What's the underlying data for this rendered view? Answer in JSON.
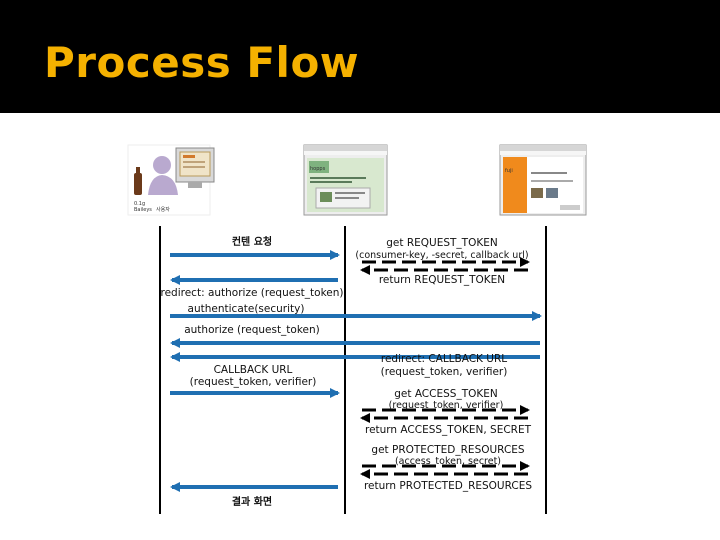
{
  "slide": {
    "title": "Process Flow"
  },
  "actors": {
    "user_caption_1": "",
    "user_caption_2": ""
  },
  "app_shots": {
    "consumer_logo": "hopps",
    "provider_logo": "fuji"
  },
  "messages": {
    "m1": "컨텐 요청",
    "m2a": "get REQUEST_TOKEN",
    "m2b": "(consumer-key, -secret, callback url)",
    "m3": "return REQUEST_TOKEN",
    "m4": "redirect: authorize (request_token)",
    "m5": "authenticate(security)",
    "m6": "authorize (request_token)",
    "m7a": "redirect: CALLBACK URL",
    "m7b": "(request_token, verifier)",
    "m8a": "CALLBACK URL",
    "m8b": "(request_token, verifier)",
    "m9a": "get ACCESS_TOKEN",
    "m9b": "(request_token, verifier)",
    "m10": "return ACCESS_TOKEN, SECRET",
    "m11a": "get PROTECTED_RESOURCES",
    "m11b": "(access_token, secret)",
    "m12": "return PROTECTED_RESOURCES",
    "m13": "결과 화면"
  },
  "colors": {
    "title": "#f5b100",
    "header_bg": "#000000",
    "arrow": "#1f6fb2",
    "dashed": "#000000"
  }
}
